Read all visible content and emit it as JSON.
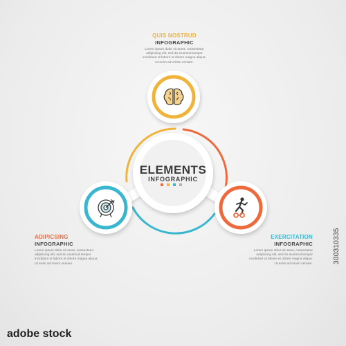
{
  "center": {
    "title": "ELEMENTS",
    "subtitle": "INFOGRAPHIC"
  },
  "colors": {
    "yellow": "#f0b43c",
    "orange": "#ee6a3c",
    "teal": "#3bb6cf",
    "dot_grey": "#b0b0b0"
  },
  "items": [
    {
      "title": "QUIS NOSTRUD",
      "subtitle": "INFOGRAPHIC",
      "icon": "brain-icon",
      "color": "#f0b43c",
      "text": [
        "Lorem ipsum dolor sit amet, consectetur",
        "adipiscing elit, sed do eiusmod tempor",
        "incididunt ut labore et dolore magna aliqua.",
        "Ut enim ad minim veniam."
      ]
    },
    {
      "title": "ADIPICSING",
      "subtitle": "INFOGRAPHIC",
      "icon": "target-icon",
      "color": "#ee6a3c",
      "text": [
        "Lorem ipsum dolor sit amet, consectetur",
        "adipiscing elit, sed do eiusmod tempor",
        "incididunt ut labore et dolore magna aliqua.",
        "Ut enim ad minim veniam."
      ]
    },
    {
      "title": "EXERCITATION",
      "subtitle": "INFOGRAPHIC",
      "icon": "running-person-icon",
      "color": "#3bb6cf",
      "text": [
        "Lorem ipsum dolor sit amet, consectetur",
        "adipiscing elit, sed do eiusmod tempor",
        "incididunt ut labore et dolore magna aliqua.",
        "Ut enim ad minim veniam."
      ]
    }
  ],
  "watermark": "300310335",
  "stock_logo": "adobe stock"
}
